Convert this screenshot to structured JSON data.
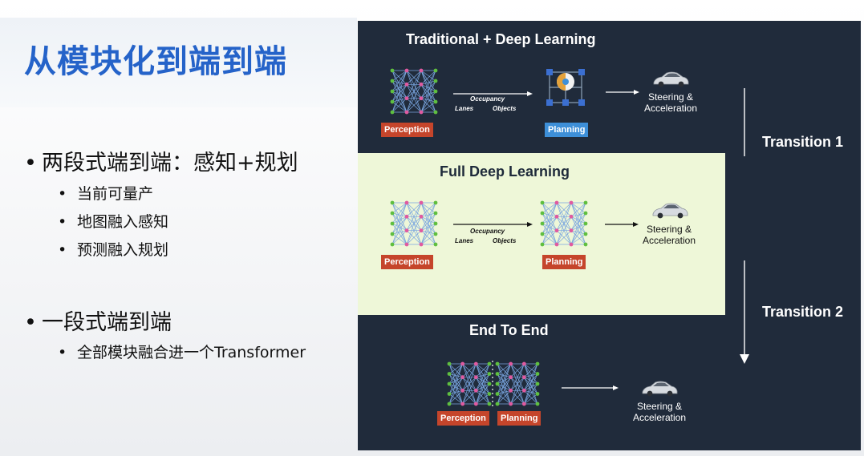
{
  "slide": {
    "title": "从模块化到端到端",
    "bullets": [
      {
        "text": "两段式端到端：感知+规划",
        "subs": [
          "当前可量产",
          "地图融入感知",
          "预测融入规划"
        ]
      },
      {
        "text": "一段式端到端",
        "subs": [
          "全部模块融合进一个Transformer"
        ]
      }
    ]
  },
  "diagram": {
    "section1": {
      "title": "Traditional + Deep Learning",
      "perception": "Perception",
      "occupancy": "Occupancy",
      "lanes": "Lanes",
      "objects": "Objects",
      "planning": "Planning",
      "output": [
        "Steering &",
        "Acceleration"
      ]
    },
    "section2": {
      "title": "Full Deep Learning",
      "perception": "Perception",
      "occupancy": "Occupancy",
      "lanes": "Lanes",
      "objects": "Objects",
      "planning": "Planning",
      "output": [
        "Steering &",
        "Acceleration"
      ]
    },
    "section3": {
      "title": "End To End",
      "perception": "Perception",
      "planning": "Planning",
      "output": [
        "Steering &",
        "Acceleration"
      ]
    },
    "transition1": "Transition 1",
    "transition2": "Transition 2"
  },
  "colors": {
    "title_blue": "#2563c9",
    "panel_dark": "#202b3b",
    "panel_light": "#eef7d8",
    "tag_red": "#c5452b",
    "tag_blue": "#3d8fd8",
    "node_pink": "#e05aa0",
    "node_green": "#5fbf3f",
    "edge_blue": "#7aa6e0"
  }
}
